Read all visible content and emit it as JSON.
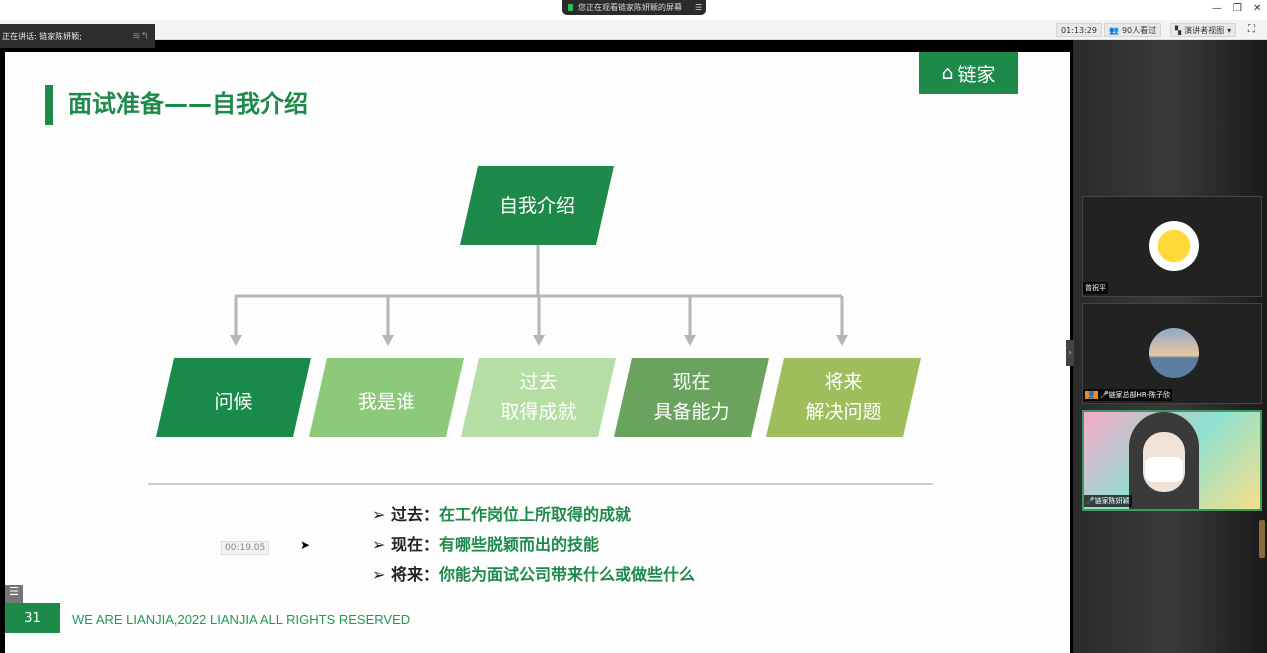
{
  "window": {
    "banner": "您正在观看链家陈妍颖的屏幕",
    "banner_menu_icon": "menu-icon",
    "minimize": "—",
    "restore": "❐",
    "close": "✕"
  },
  "toolbar": {
    "speaking": "正在讲话: 链家陈妍颖;",
    "duration": "01:13:29",
    "viewers": "90人看过",
    "view_mode": "演讲者视图",
    "fullscreen": "⛶"
  },
  "slide": {
    "title": "面试准备——自我介绍",
    "logo": "链家",
    "root": "自我介绍",
    "branches": [
      {
        "l1": "问候",
        "l2": "",
        "color": "#1a8a4a"
      },
      {
        "l1": "我是谁",
        "l2": "",
        "color": "#8cc97a"
      },
      {
        "l1": "过去",
        "l2": "取得成就",
        "color": "#b5dea4"
      },
      {
        "l1": "现在",
        "l2": "具备能力",
        "color": "#6aa35e"
      },
      {
        "l1": "将来",
        "l2": "解决问题",
        "color": "#9dbe5a"
      }
    ],
    "bullets": [
      {
        "k": "过去：",
        "v": "在工作岗位上所取得的成就"
      },
      {
        "k": "现在：",
        "v": "有哪些脱颖而出的技能"
      },
      {
        "k": "将来：",
        "v": "你能为面试公司带来什么或做些什么"
      }
    ],
    "timestamp": "00:19.05",
    "page_number": "31",
    "footer": "WE ARE LIANJIA,2022 LIANJIA ALL RIGHTS RESERVED",
    "accent": "#1e8a4a"
  },
  "participants": [
    {
      "name": "曾祝平"
    },
    {
      "name": "链家总部HR-陈子欣"
    },
    {
      "name": "链家陈妍颖"
    }
  ]
}
